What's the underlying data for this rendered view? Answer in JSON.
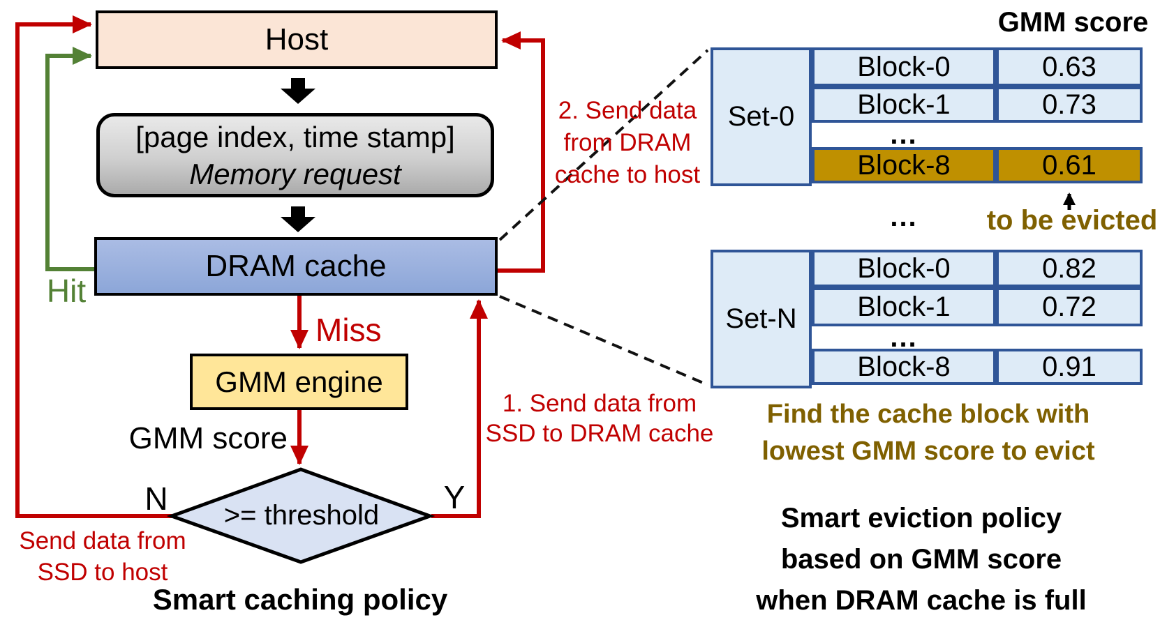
{
  "colors": {
    "red": "#C00000",
    "green": "#538135",
    "host_fill": "#FBE5D6",
    "dram_fill": "#8FAADC",
    "engine_fill": "#FFE699",
    "diamond_fill": "#D9E2F3",
    "table_fill": "#DEEBF7",
    "table_border": "#2F5597",
    "evict_fill": "#BF9000",
    "evict_text": "#7F6000"
  },
  "flowchart": {
    "host_label": "Host",
    "memory_request_line1": "[page index, time stamp]",
    "memory_request_line2": "Memory request",
    "dram_label": "DRAM cache",
    "engine_label": "GMM engine",
    "gmm_score_label": "GMM score",
    "threshold_label": ">= threshold",
    "hit_label": "Hit",
    "miss_label": "Miss",
    "no_label": "N",
    "yes_label": "Y",
    "caption": "Smart caching policy",
    "note_ssd_to_host_line1": "Send data from",
    "note_ssd_to_host_line2": "SSD to host",
    "note_step1_line1": "1. Send data from",
    "note_step1_line2": "SSD to DRAM cache",
    "note_step2_line1": "2. Send data",
    "note_step2_line2": "from DRAM",
    "note_step2_line3": "cache to host"
  },
  "eviction": {
    "score_header": "GMM score",
    "sets": [
      {
        "name": "Set-0",
        "rows": [
          {
            "block": "Block-0",
            "score": "0.63"
          },
          {
            "block": "Block-1",
            "score": "0.73"
          },
          {
            "block": "...",
            "score": ""
          },
          {
            "block": "Block-8",
            "score": "0.61",
            "to_evict": true
          }
        ]
      },
      {
        "name": "Set-N",
        "rows": [
          {
            "block": "Block-0",
            "score": "0.82"
          },
          {
            "block": "Block-1",
            "score": "0.72"
          },
          {
            "block": "...",
            "score": ""
          },
          {
            "block": "Block-8",
            "score": "0.91",
            "to_evict": false
          }
        ]
      }
    ],
    "dots_between_sets": "...",
    "evicted_label": "to be evicted",
    "find_line1": "Find the cache block with",
    "find_line2": "lowest GMM score to evict",
    "caption_line1": "Smart eviction policy",
    "caption_line2": "based on GMM score",
    "caption_line3": "when DRAM cache is full"
  }
}
